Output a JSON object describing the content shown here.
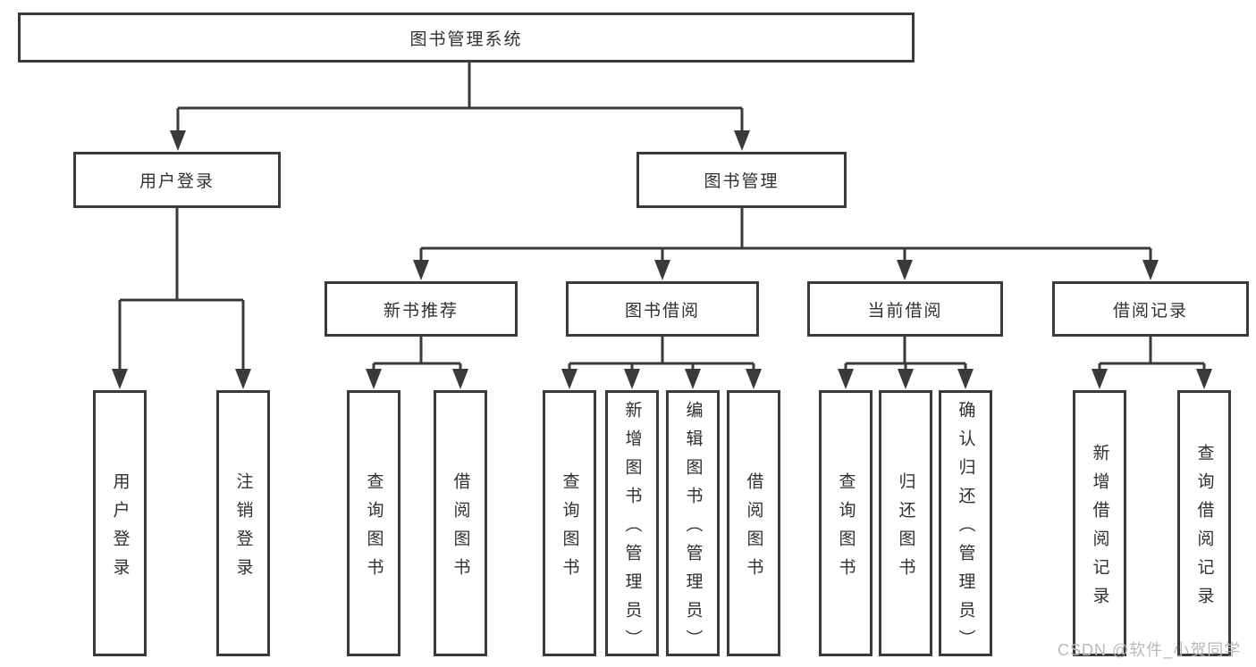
{
  "diagram": {
    "type": "hierarchy-tree",
    "colors": {
      "line": "#3a3a3a",
      "text": "#303030",
      "box_background": "#ffffff"
    },
    "root": {
      "label": "图书管理系统",
      "children": [
        {
          "label": "用户登录",
          "children": [
            {
              "label": "用户登录"
            },
            {
              "label": "注销登录"
            }
          ]
        },
        {
          "label": "图书管理",
          "children": [
            {
              "label": "新书推荐",
              "children": [
                {
                  "label": "查询图书"
                },
                {
                  "label": "借阅图书"
                }
              ]
            },
            {
              "label": "图书借阅",
              "children": [
                {
                  "label": "查询图书"
                },
                {
                  "label": "新增图书（管理员）"
                },
                {
                  "label": "编辑图书（管理员）"
                },
                {
                  "label": "借阅图书"
                }
              ]
            },
            {
              "label": "当前借阅",
              "children": [
                {
                  "label": "查询图书"
                },
                {
                  "label": "归还图书"
                },
                {
                  "label": "确认归还（管理员）"
                }
              ]
            },
            {
              "label": "借阅记录",
              "children": [
                {
                  "label": "新增借阅记录"
                },
                {
                  "label": "查询借阅记录"
                }
              ]
            }
          ]
        }
      ]
    }
  },
  "watermark": {
    "text": "CSDN @软件_小贺同学",
    "color": "#b9b9b9"
  }
}
